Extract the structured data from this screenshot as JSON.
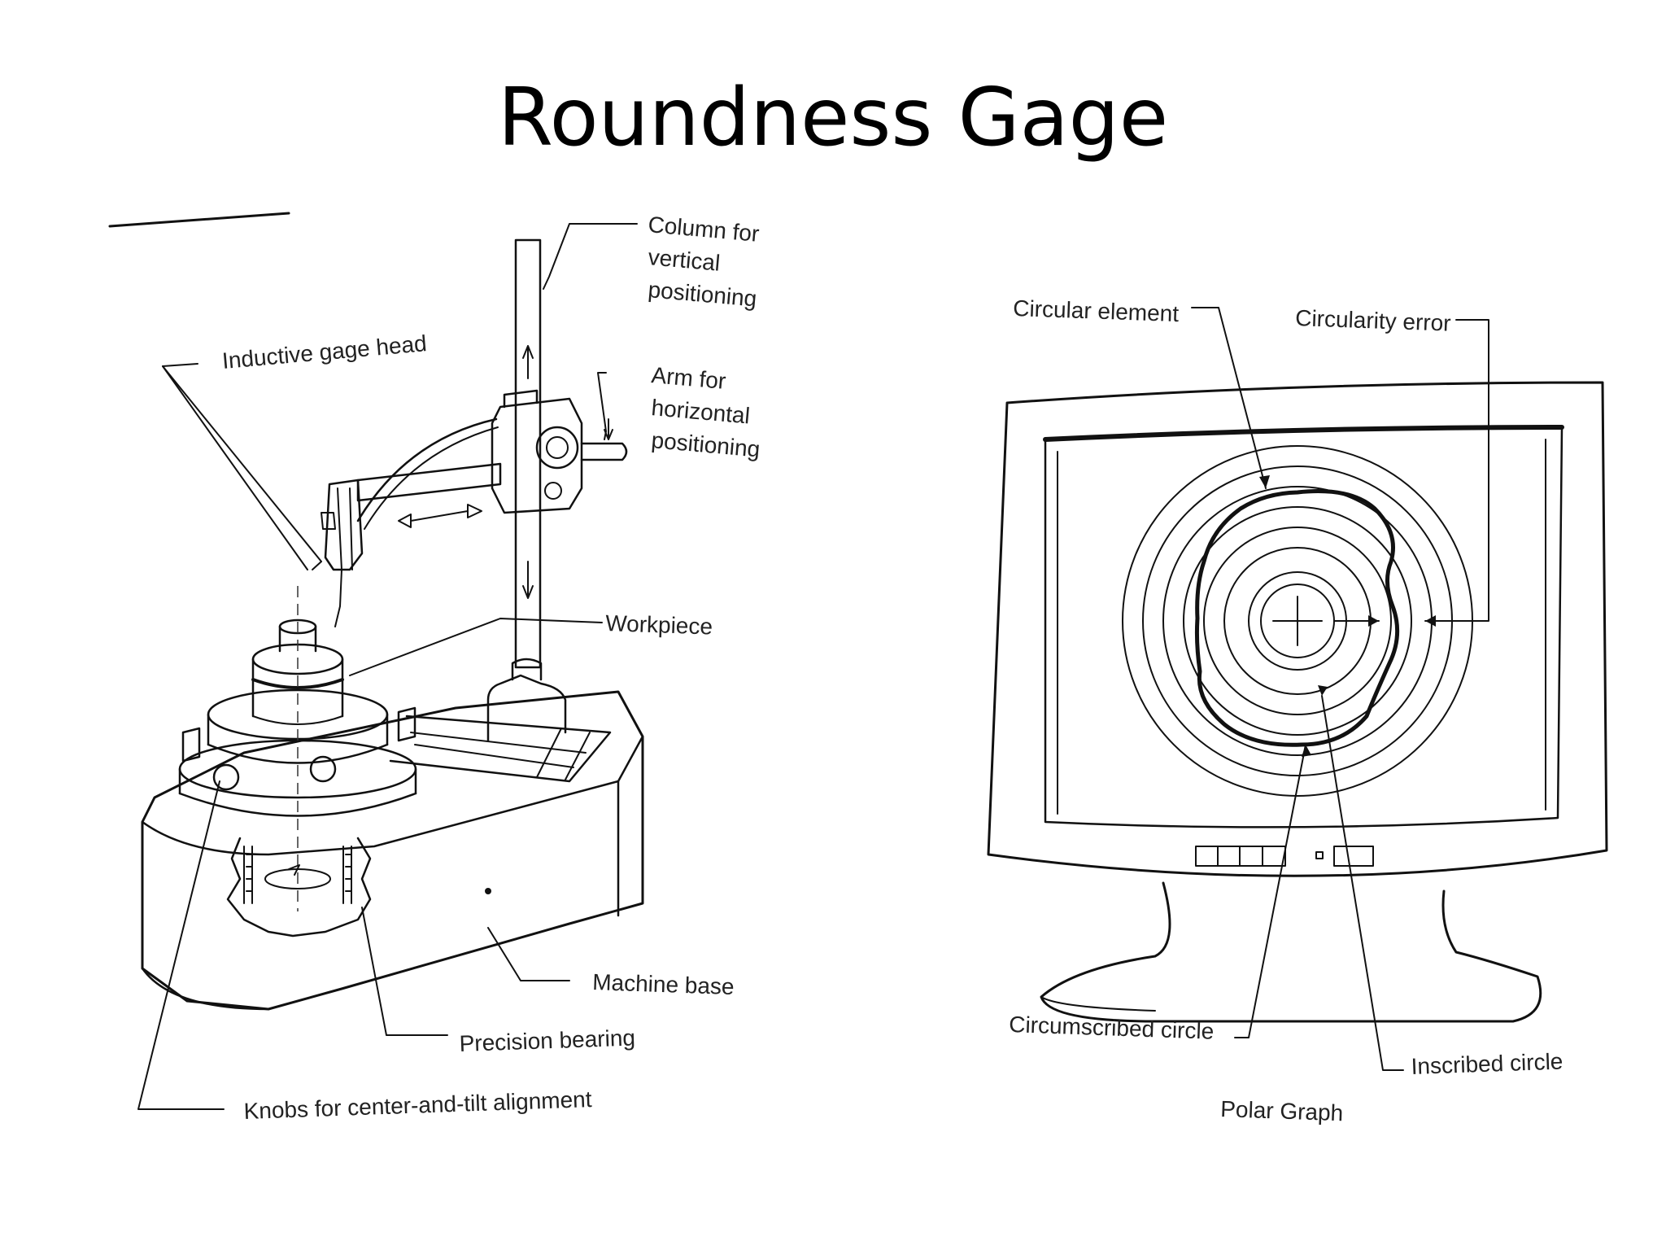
{
  "title": "Roundness Gage",
  "machine_diagram": {
    "labels": {
      "column": [
        "Column for",
        "vertical",
        "positioning"
      ],
      "gage_head": "Inductive gage head",
      "arm": [
        "Arm for",
        "horizontal",
        "positioning"
      ],
      "workpiece": "Workpiece",
      "machine_base": "Machine base",
      "bearing": "Precision bearing",
      "knobs": "Knobs for center-and-tilt alignment"
    }
  },
  "polar_diagram": {
    "labels": {
      "circular_element": "Circular element",
      "circularity_error": "Circularity error",
      "circumscribed": "Circumscribed circle",
      "inscribed": "Inscribed circle",
      "caption": "Polar Graph"
    }
  }
}
